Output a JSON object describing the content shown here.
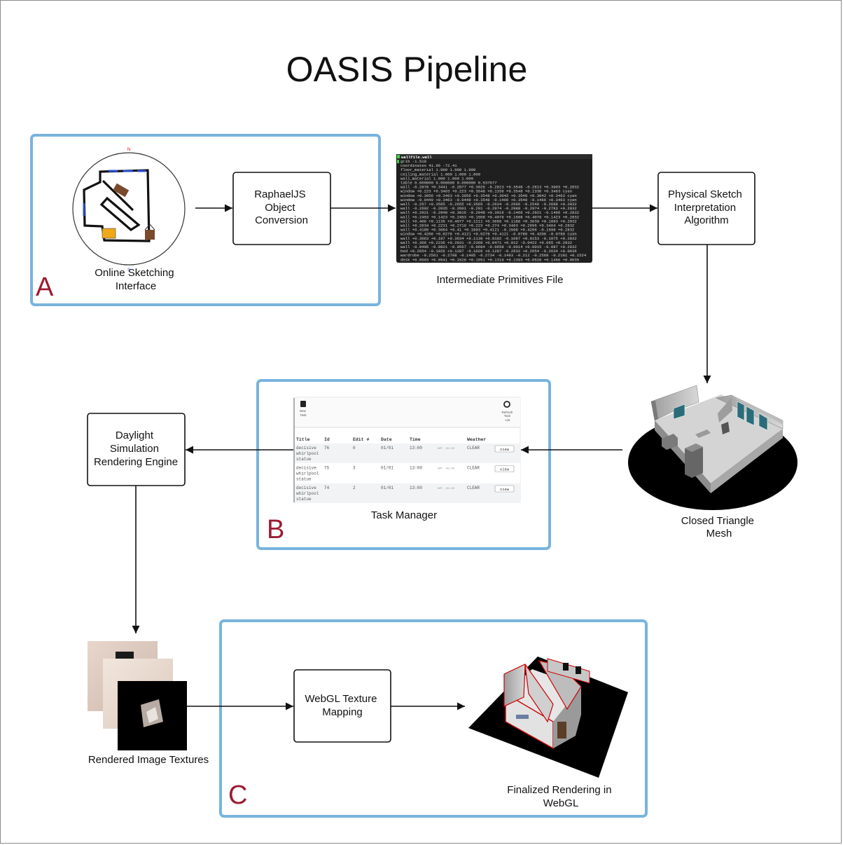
{
  "title": "OASIS Pipeline",
  "sections": {
    "a": "A",
    "b": "B",
    "c": "C"
  },
  "nodes": {
    "sketch_interface": [
      "Online Sketching",
      "Interface"
    ],
    "raphael": [
      "RaphaelJS",
      "Object",
      "Conversion"
    ],
    "primitives_file": "Intermediate Primitives File",
    "physical_sketch": [
      "Physical Sketch",
      "Interpretation",
      "Algorithm"
    ],
    "closed_mesh": [
      "Closed Triangle",
      "Mesh"
    ],
    "task_manager": "Task Manager",
    "daylight": [
      "Daylight",
      "Simulation",
      "Rendering Engine"
    ],
    "textures": "Rendered Image Textures",
    "webgl": [
      "WebGL Texture",
      "Mapping"
    ],
    "final": [
      "Finalized Rendering in",
      "WebGL"
    ]
  },
  "sketch": {
    "north_label": "N",
    "south_label": "S"
  },
  "terminal": {
    "filename": "wallfile.wall",
    "lines": [
      "grib -1.518",
      "coordinates 41.96 -72.41",
      "floor_material 1.000 1.000 1.000",
      "ceiling_material 1.000 1.000 1.000",
      "wall_material 1.000 1.000 1.000",
      "table 0.000000 0.000000 0.000000 0.537677",
      "wall   -0.2878 +0.3441 -0.2877 +0.3026  -0.2813 +0.3548  -0.2813 +0.3903 +0.2832",
      "window +0.223 +0.3463 +0.223 +0.3548 +0.1336 +0.3548 +0.1336 +0.3463 cyan",
      "window +0.3956 +0.3463 +0.3956 +0.3548 +0.3042 +0.3548 +0.3042 +0.3463 cyan",
      "window -0.0449 +0.3463 -0.0449 +0.3548 -0.1466 +0.3548 -0.1466 +0.3463 cyan",
      "wall   -0.257 +0.3565 -0.2655 +0.3565 -0.2634 -0.2666 -0.2548 -0.2668 +0.2832",
      "wall   -0.2602 -0.2035 -0.2601 -0.291 -0.2974 -0.2988 -0.2974 -0.2783 +0.2832",
      "wall   +0.2921 -0.2948 +0.3016 -0.2948 +0.3016 -0.1466 +0.2921 -0.1466 +0.2832",
      "wall   +0.2453 +0.1423 +0.2453 +0.1508 +0.4079 +0.1508 +0.4079 +0.1423 +0.2832",
      "wall   +0.406 +0.1135 +0.4077 +0.1211 +0.3656 +0.1188 +0.3639 +0.1093 +0.2832",
      "wall   +0.2634 +0.2231 +0.2719 +0.223 +0.274 +0.3463 +0.2655 +0.3464 +0.2832",
      "wall   +0.4185 +0.3684 +0.41 +0.1093 +0.4121 -0.1598 +0.4206 -0.1598 +0.2832",
      "window +0.4206 +0.0278 +0.4121 +0.0278 +0.4121 -0.0788 +0.4206 -0.0788 cyan",
      "wall   +0.3663 +0.187 +0.3634 +0.1138 +0.0182 -0.1087 +0.0153 -0.1075 +0.2832",
      "wall   +0.366 +0.2236 +0.2831 -0.2368 +0.0471 +0.012 -0.0422 +0.065 +0.2832",
      "wall   -0.0405 -0.0821 -0.0567 -0.0684 -0.0658 -0.0014 +0.0015 -0.087 +0.2832",
      "bed    +0.2654 -0.1026 +0.1287 -0.1026 +0.1287 -0.2632 +0.2654 -0.2634 +0.0636",
      "wardrobe -0.2561 -0.2788 -0.1485 -0.2734 -0.1493 -0.212 -0.2568 -0.2181 +0.1524",
      "desk   +0.0503 +0.0541 +0.1528 +0.1051 +0.1319 +0.1393 +0.0528 +0.1456 +0.0635"
    ]
  },
  "task_table": {
    "buttons": {
      "new": [
        "New",
        "Task"
      ],
      "refresh": [
        "Refresh",
        "Task",
        "List"
      ]
    },
    "headers": [
      "Title",
      "Id",
      "Edit #",
      "Date",
      "Time",
      "",
      "Weather",
      ""
    ],
    "rows": [
      {
        "title": [
          "decisive",
          "whirlpool",
          "statue"
        ],
        "id": "76",
        "edit": "0",
        "date": "01/01",
        "time": "13:00",
        "tz": "GMT -05:00",
        "weather": "CLEAR",
        "action": "view"
      },
      {
        "title": [
          "decisive",
          "whirlpool",
          "statue"
        ],
        "id": "75",
        "edit": "3",
        "date": "01/01",
        "time": "13:00",
        "tz": "GMT -05:00",
        "weather": "CLEAR",
        "action": "view"
      },
      {
        "title": [
          "decisive",
          "whirlpool",
          "statue"
        ],
        "id": "74",
        "edit": "2",
        "date": "01/01",
        "time": "13:00",
        "tz": "GMT -05:00",
        "weather": "CLEAR",
        "action": "view"
      }
    ]
  },
  "colors": {
    "section_border": "#78b4de",
    "section_letter": "#9b1c31",
    "terminal_bg": "#1f1f1f",
    "sketch_wall": "#111111",
    "sketch_window": "#2a4fd8"
  }
}
